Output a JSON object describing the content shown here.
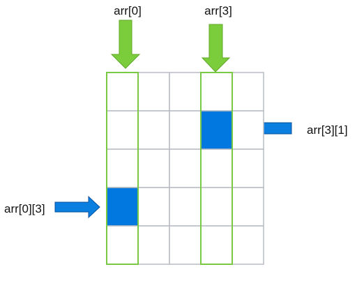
{
  "grid": {
    "rows": 5,
    "cols": 5,
    "cell_color": "#ffffff",
    "line_color": "#b7bcc3",
    "highlight_border_color": "#7ac943",
    "highlighted_columns": [
      0,
      3
    ],
    "filled_cells": [
      {
        "col": 3,
        "row": 1,
        "color": "#0078e0"
      },
      {
        "col": 0,
        "row": 3,
        "color": "#0078e0"
      }
    ]
  },
  "labels": {
    "col0": "arr[0]",
    "col3": "arr[3]",
    "cell_3_1": "arr[3][1]",
    "cell_0_3": "arr[0][3]"
  },
  "arrows": {
    "down_color": "#7ccd3c",
    "down_stroke": "#5fa82a",
    "side_color": "#0a7fe0",
    "side_stroke": "#0a4f9c",
    "icons": [
      "arrow-down-icon",
      "arrow-down-icon",
      "arrow-left-icon",
      "arrow-right-icon"
    ]
  }
}
